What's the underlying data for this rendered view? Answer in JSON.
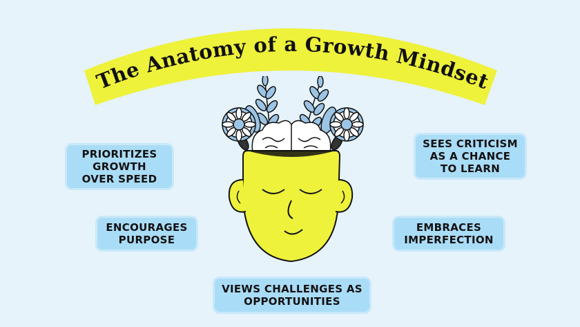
{
  "title": "The Anatomy of a Growth Mindset",
  "colors": {
    "background": "#e6f3fb",
    "banner": "#eef23a",
    "label_box": "#a9dcf7",
    "face": "#eef23a",
    "leaf": "#9cc4e4",
    "outline": "#111111"
  },
  "traits": [
    {
      "text": "PRIORITIZES\nGROWTH\nOVER SPEED"
    },
    {
      "text": "ENCOURAGES\nPURPOSE"
    },
    {
      "text": "SEES CRITICISM\nAS A CHANCE\nTO LEARN"
    },
    {
      "text": "EMBRACES\nIMPERFECTION"
    },
    {
      "text": "VIEWS CHALLENGES AS\nOPPORTUNITIES"
    }
  ],
  "illustration": {
    "icons": [
      "head-icon",
      "brain-icon",
      "flower-icon",
      "leaf-icon"
    ]
  }
}
